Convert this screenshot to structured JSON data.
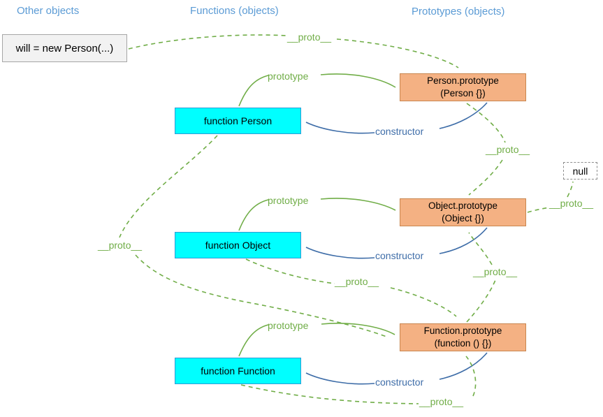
{
  "headers": {
    "other": "Other objects",
    "functions": "Functions (objects)",
    "prototypes": "Prototypes (objects)"
  },
  "nodes": {
    "will": {
      "label": "will = new Person(...)"
    },
    "function_person": {
      "label": "function Person"
    },
    "function_object": {
      "label": "function Object"
    },
    "function_function": {
      "label": "function Function"
    },
    "person_prototype": {
      "title": "Person.prototype",
      "subtitle": "(Person {})"
    },
    "object_prototype": {
      "title": "Object.prototype",
      "subtitle": "(Object {})"
    },
    "function_prototype": {
      "title": "Function.prototype",
      "subtitle": "(function () {})"
    },
    "null_object": {
      "label": "null"
    }
  },
  "edges": {
    "proto_will_to_person_prototype": {
      "label": "__proto__",
      "type": "proto"
    },
    "prototype_person": {
      "label": "prototype",
      "type": "prototype"
    },
    "constructor_person": {
      "label": "constructor",
      "type": "constructor"
    },
    "proto_person_prototype_to_object_prototype": {
      "label": "__proto__",
      "type": "proto"
    },
    "proto_object_prototype_to_null": {
      "label": "__proto__",
      "type": "proto"
    },
    "proto_function_person_to_function_prototype": {
      "label": "__proto__",
      "type": "proto"
    },
    "prototype_object": {
      "label": "prototype",
      "type": "prototype"
    },
    "constructor_object": {
      "label": "constructor",
      "type": "constructor"
    },
    "proto_function_object_to_function_prototype": {
      "label": "__proto__",
      "type": "proto"
    },
    "proto_function_prototype_to_object_prototype": {
      "label": "__proto__",
      "type": "proto"
    },
    "prototype_function": {
      "label": "prototype",
      "type": "prototype"
    },
    "constructor_function": {
      "label": "constructor",
      "type": "constructor"
    },
    "proto_function_function_to_function_prototype": {
      "label": "__proto__",
      "type": "proto"
    }
  },
  "colors": {
    "header_blue": "#5B9BD5",
    "arrow_green": "#70AD47",
    "arrow_blue": "#3E6DA8",
    "prototype_box_fill": "#F4B183",
    "function_box_fill": "#00FFFF",
    "other_box_fill": "#F2F2F2"
  }
}
